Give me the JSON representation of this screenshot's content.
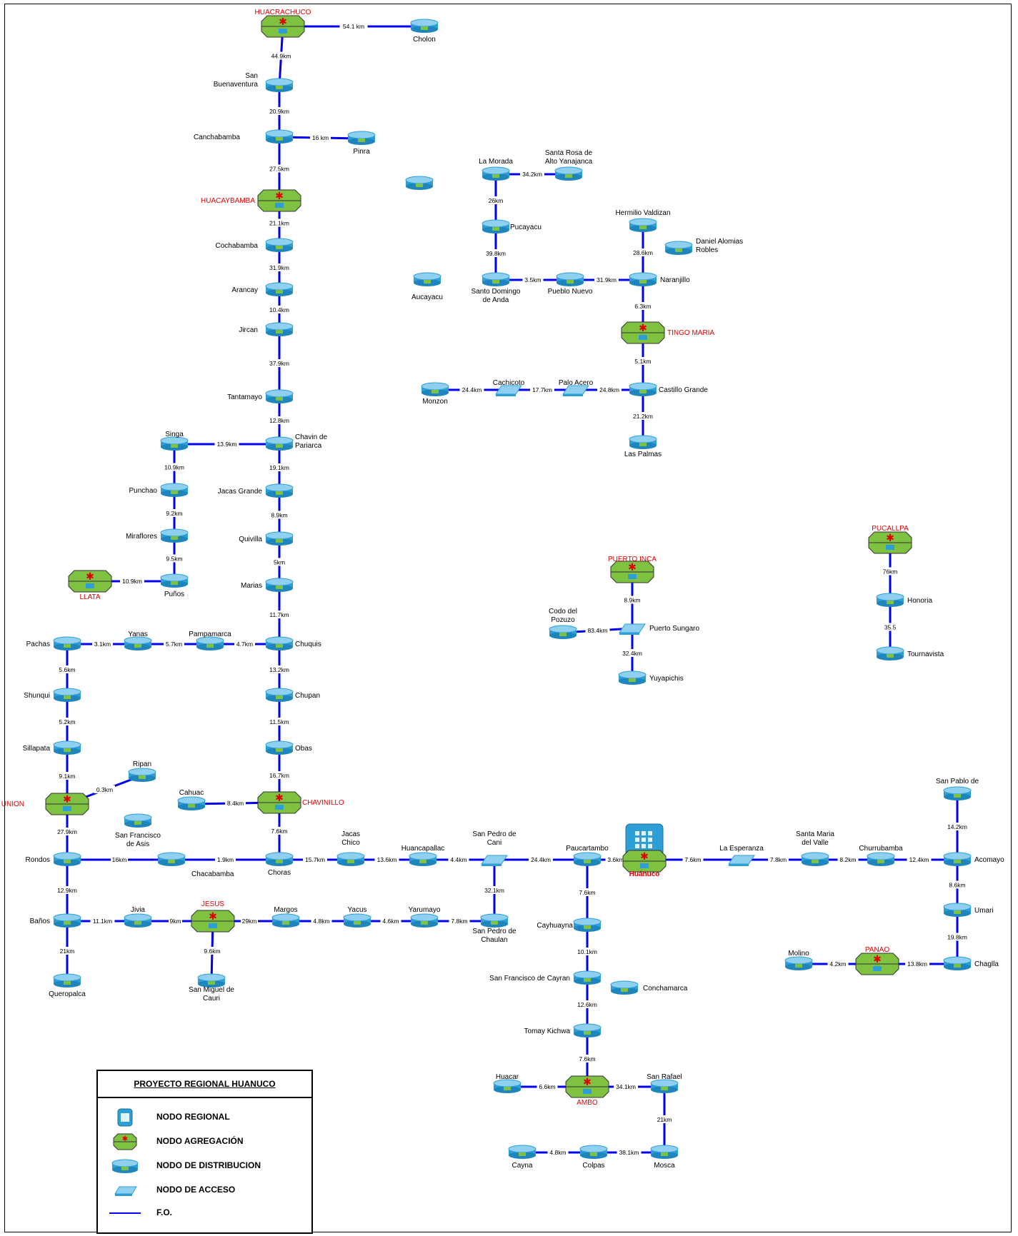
{
  "colors": {
    "link": "#0000ee",
    "region_label": "#e00000",
    "distribution": "#2e9fd6",
    "aggregation": "#7fc241"
  },
  "legend": {
    "title": "PROYECTO REGIONAL HUANUCO",
    "items": [
      {
        "icon": "regional-node-icon",
        "label": "NODO REGIONAL"
      },
      {
        "icon": "aggregation-node-icon",
        "label": "NODO AGREGACIÓN"
      },
      {
        "icon": "distribution-node-icon",
        "label": "NODO DE DISTRIBUCION"
      },
      {
        "icon": "access-node-icon",
        "label": "NODO DE ACCESO"
      },
      {
        "icon": "fiber-line-icon",
        "label": "F.O."
      }
    ]
  },
  "nodes": [
    {
      "id": "huacrachuco",
      "label": "HUACRACHUCO",
      "type": "agg",
      "red": true
    },
    {
      "id": "cholon",
      "label": "Cholon",
      "type": "dist"
    },
    {
      "id": "sanbuena",
      "label": "San Buenaventura",
      "type": "dist"
    },
    {
      "id": "canchabamba",
      "label": "Canchabamba",
      "type": "dist"
    },
    {
      "id": "pinra",
      "label": "Pinra",
      "type": "dist"
    },
    {
      "id": "huacaybamba",
      "label": "HUACAYBAMBA",
      "type": "agg",
      "red": true
    },
    {
      "id": "cochabamba",
      "label": "Cochabamba",
      "type": "dist"
    },
    {
      "id": "arancay",
      "label": "Arancay",
      "type": "dist"
    },
    {
      "id": "jircan",
      "label": "Jircan",
      "type": "dist"
    },
    {
      "id": "tantamayo",
      "label": "Tantamayo",
      "type": "dist"
    },
    {
      "id": "chavin",
      "label": "Chavin de Pariarca",
      "type": "dist"
    },
    {
      "id": "singa",
      "label": "Singa",
      "type": "dist"
    },
    {
      "id": "punchao",
      "label": "Punchao",
      "type": "dist"
    },
    {
      "id": "miraflores",
      "label": "Miraflores",
      "type": "dist"
    },
    {
      "id": "punos",
      "label": "Puños",
      "type": "dist"
    },
    {
      "id": "llata",
      "label": "LLATA",
      "type": "agg",
      "red": true
    },
    {
      "id": "jacasgrande",
      "label": "Jacas Grande",
      "type": "dist"
    },
    {
      "id": "quivilla",
      "label": "Quivilla",
      "type": "dist"
    },
    {
      "id": "marias",
      "label": "Marias",
      "type": "dist"
    },
    {
      "id": "chuquis",
      "label": "Chuquis",
      "type": "dist"
    },
    {
      "id": "pampamarca",
      "label": "Pampamarca",
      "type": "dist"
    },
    {
      "id": "yanas",
      "label": "Yanas",
      "type": "dist"
    },
    {
      "id": "pachas",
      "label": "Pachas",
      "type": "dist"
    },
    {
      "id": "shunqui",
      "label": "Shunqui",
      "type": "dist"
    },
    {
      "id": "sillapata",
      "label": "Sillapata",
      "type": "dist"
    },
    {
      "id": "launion",
      "label": "LA UNION",
      "type": "agg",
      "red": true
    },
    {
      "id": "ripan",
      "label": "Ripan",
      "type": "dist"
    },
    {
      "id": "chupan",
      "label": "Chupan",
      "type": "dist"
    },
    {
      "id": "obas",
      "label": "Obas",
      "type": "dist"
    },
    {
      "id": "chavinillo",
      "label": "CHAVINILLO",
      "type": "agg",
      "red": true
    },
    {
      "id": "cahuac",
      "label": "Cahuac",
      "type": "dist"
    },
    {
      "id": "sanfrancisco",
      "label": "San Francisco de Asis",
      "type": "dist"
    },
    {
      "id": "rondos",
      "label": "Rondos",
      "type": "dist"
    },
    {
      "id": "chacabamba",
      "label": "Chacabamba",
      "type": "dist"
    },
    {
      "id": "choras",
      "label": "Choras",
      "type": "dist"
    },
    {
      "id": "jacaschico",
      "label": "Jacas Chico",
      "type": "dist"
    },
    {
      "id": "huancapallac",
      "label": "Huancapallac",
      "type": "dist"
    },
    {
      "id": "sanpedrocani",
      "label": "San Pedro de Cani",
      "type": "access"
    },
    {
      "id": "paucartambo",
      "label": "Paucartambo",
      "type": "dist"
    },
    {
      "id": "huanuco",
      "label": "Huánuco",
      "type": "regional",
      "red": true
    },
    {
      "id": "laesperanza",
      "label": "La Esperanza",
      "type": "access"
    },
    {
      "id": "santamaria",
      "label": "Santa Maria del Valle",
      "type": "dist"
    },
    {
      "id": "churrubamba",
      "label": "Churrubamba",
      "type": "dist"
    },
    {
      "id": "acomayo",
      "label": "Acomayo",
      "type": "dist"
    },
    {
      "id": "sanpablo",
      "label": "San Pablo de",
      "type": "dist"
    },
    {
      "id": "umari",
      "label": "Umari",
      "type": "dist"
    },
    {
      "id": "chaglla",
      "label": "Chaglla",
      "type": "dist"
    },
    {
      "id": "panao",
      "label": "PANAO",
      "type": "agg",
      "red": true
    },
    {
      "id": "molino",
      "label": "Molino",
      "type": "dist"
    },
    {
      "id": "banos",
      "label": "Baños",
      "type": "dist"
    },
    {
      "id": "jivia",
      "label": "Jivia",
      "type": "dist"
    },
    {
      "id": "jesus",
      "label": "JESUS",
      "type": "agg",
      "red": true
    },
    {
      "id": "margos",
      "label": "Margos",
      "type": "dist"
    },
    {
      "id": "yacus",
      "label": "Yacus",
      "type": "dist"
    },
    {
      "id": "yarumayo",
      "label": "Yarumayo",
      "type": "dist"
    },
    {
      "id": "sanpedrochaulan",
      "label": "San Pedro de Chaulan",
      "type": "dist"
    },
    {
      "id": "queropalca",
      "label": "Queropalca",
      "type": "dist"
    },
    {
      "id": "sanmiguel",
      "label": "San Miguel de Cauri",
      "type": "dist"
    },
    {
      "id": "cayhuayna",
      "label": "Cayhuayna",
      "type": "dist"
    },
    {
      "id": "sanfcayran",
      "label": "San Francisco de Cayran",
      "type": "dist"
    },
    {
      "id": "conchamarca",
      "label": "Conchamarca",
      "type": "dist"
    },
    {
      "id": "tomaykichwa",
      "label": "Tomay Kichwa",
      "type": "dist"
    },
    {
      "id": "ambo",
      "label": "AMBO",
      "type": "agg",
      "red": true
    },
    {
      "id": "huacar",
      "label": "Huacar",
      "type": "dist"
    },
    {
      "id": "sanrafael",
      "label": "San Rafael",
      "type": "dist"
    },
    {
      "id": "mosca",
      "label": "Mosca",
      "type": "dist"
    },
    {
      "id": "colpas",
      "label": "Colpas",
      "type": "dist"
    },
    {
      "id": "cayna",
      "label": "Cayna",
      "type": "dist"
    },
    {
      "id": "lamorada",
      "label": "La Morada",
      "type": "dist"
    },
    {
      "id": "santarosa",
      "label": "Santa Rosa de Alto Yanajanca",
      "type": "dist"
    },
    {
      "id": "isolated1",
      "label": "",
      "type": "dist"
    },
    {
      "id": "pucayacu",
      "label": "Pucayacu",
      "type": "dist"
    },
    {
      "id": "santodomingo",
      "label": "Santo Domingo de Anda",
      "type": "dist"
    },
    {
      "id": "aucayacu",
      "label": "Aucayacu",
      "type": "dist"
    },
    {
      "id": "pueblonuevo",
      "label": "Pueblo Nuevo",
      "type": "dist"
    },
    {
      "id": "naranjillo",
      "label": "Naranjillo",
      "type": "dist"
    },
    {
      "id": "hermilio",
      "label": "Hermilio Valdizan",
      "type": "dist"
    },
    {
      "id": "danielalomias",
      "label": "Daniel Alomias Robles",
      "type": "dist"
    },
    {
      "id": "tingomaria",
      "label": "TINGO MARIA",
      "type": "agg",
      "red": true
    },
    {
      "id": "castillogrande",
      "label": "Castillo Grande",
      "type": "dist"
    },
    {
      "id": "lasplamas",
      "label": "Las Palmas",
      "type": "dist"
    },
    {
      "id": "paloacero",
      "label": "Palo Acero",
      "type": "access"
    },
    {
      "id": "cachicoto",
      "label": "Cachicoto",
      "type": "access"
    },
    {
      "id": "monzon",
      "label": "Monzon",
      "type": "dist"
    },
    {
      "id": "puertoinca",
      "label": "PUERTO INCA",
      "type": "agg",
      "red": true
    },
    {
      "id": "puertosungaro",
      "label": "Puerto Sungaro",
      "type": "access"
    },
    {
      "id": "codopozuzo",
      "label": "Codo del Pozuzo",
      "type": "dist"
    },
    {
      "id": "yuyapichis",
      "label": "Yuyapichis",
      "type": "dist"
    },
    {
      "id": "pucallpa",
      "label": "PUCALLPA",
      "type": "agg",
      "red": true
    },
    {
      "id": "honoria",
      "label": "Honoria",
      "type": "dist"
    },
    {
      "id": "tournavista",
      "label": "Tournavista",
      "type": "dist"
    }
  ],
  "links": [
    {
      "from": "huacrachuco",
      "to": "cholon",
      "label": "54.1 km"
    },
    {
      "from": "huacrachuco",
      "to": "sanbuena",
      "label": "44.9km"
    },
    {
      "from": "sanbuena",
      "to": "canchabamba",
      "label": "20.9km"
    },
    {
      "from": "canchabamba",
      "to": "pinra",
      "label": "16 km"
    },
    {
      "from": "canchabamba",
      "to": "huacaybamba",
      "label": "27.5km"
    },
    {
      "from": "huacaybamba",
      "to": "cochabamba",
      "label": "21.1km"
    },
    {
      "from": "cochabamba",
      "to": "arancay",
      "label": "31.9km"
    },
    {
      "from": "arancay",
      "to": "jircan",
      "label": "10.4km"
    },
    {
      "from": "jircan",
      "to": "tantamayo",
      "label": "37.9km"
    },
    {
      "from": "tantamayo",
      "to": "chavin",
      "label": "12.8km"
    },
    {
      "from": "chavin",
      "to": "singa",
      "label": "13.9km"
    },
    {
      "from": "singa",
      "to": "punchao",
      "label": "10.9km"
    },
    {
      "from": "punchao",
      "to": "miraflores",
      "label": "9.2km"
    },
    {
      "from": "miraflores",
      "to": "punos",
      "label": "9.5km"
    },
    {
      "from": "punos",
      "to": "llata",
      "label": "10.9km"
    },
    {
      "from": "chavin",
      "to": "jacasgrande",
      "label": "19.1km"
    },
    {
      "from": "jacasgrande",
      "to": "quivilla",
      "label": "8.9km"
    },
    {
      "from": "quivilla",
      "to": "marias",
      "label": "5km"
    },
    {
      "from": "marias",
      "to": "chuquis",
      "label": "11.7km"
    },
    {
      "from": "chuquis",
      "to": "pampamarca",
      "label": "4.7km"
    },
    {
      "from": "pampamarca",
      "to": "yanas",
      "label": "5.7km"
    },
    {
      "from": "yanas",
      "to": "pachas",
      "label": "3.1km"
    },
    {
      "from": "pachas",
      "to": "shunqui",
      "label": "5.6km"
    },
    {
      "from": "shunqui",
      "to": "sillapata",
      "label": "5.2km"
    },
    {
      "from": "sillapata",
      "to": "launion",
      "label": "9.1km"
    },
    {
      "from": "launion",
      "to": "ripan",
      "label": "0.3km"
    },
    {
      "from": "chuquis",
      "to": "chupan",
      "label": "13.2km"
    },
    {
      "from": "chupan",
      "to": "obas",
      "label": "11.5km"
    },
    {
      "from": "obas",
      "to": "chavinillo",
      "label": "16.7km"
    },
    {
      "from": "chavinillo",
      "to": "cahuac",
      "label": "8.4km"
    },
    {
      "from": "launion",
      "to": "rondos",
      "label": "27.9km"
    },
    {
      "from": "chavinillo",
      "to": "choras",
      "label": "7.6km"
    },
    {
      "from": "rondos",
      "to": "chacabamba",
      "label": "16km"
    },
    {
      "from": "chacabamba",
      "to": "choras",
      "label": "1.9km"
    },
    {
      "from": "choras",
      "to": "jacaschico",
      "label": "15.7km"
    },
    {
      "from": "jacaschico",
      "to": "huancapallac",
      "label": "13.6km"
    },
    {
      "from": "huancapallac",
      "to": "sanpedrocani",
      "label": "4.4km"
    },
    {
      "from": "sanpedrocani",
      "to": "paucartambo",
      "label": "24.4km"
    },
    {
      "from": "paucartambo",
      "to": "huanuco",
      "label": "3.6km"
    },
    {
      "from": "huanuco",
      "to": "laesperanza",
      "label": "7.6km"
    },
    {
      "from": "laesperanza",
      "to": "santamaria",
      "label": "7.8km"
    },
    {
      "from": "santamaria",
      "to": "churrubamba",
      "label": "8.2km"
    },
    {
      "from": "churrubamba",
      "to": "acomayo",
      "label": "12.4km"
    },
    {
      "from": "sanpablo",
      "to": "acomayo",
      "label": "14.2km"
    },
    {
      "from": "acomayo",
      "to": "umari",
      "label": "8.6km"
    },
    {
      "from": "umari",
      "to": "chaglla",
      "label": "19.8km"
    },
    {
      "from": "chaglla",
      "to": "panao",
      "label": "13.8km"
    },
    {
      "from": "panao",
      "to": "molino",
      "label": "4.2km"
    },
    {
      "from": "sanpedrocani",
      "to": "sanpedrochaulan",
      "label": "32.1km"
    },
    {
      "from": "rondos",
      "to": "banos",
      "label": "12.9km"
    },
    {
      "from": "banos",
      "to": "jivia",
      "label": "11.1km"
    },
    {
      "from": "jivia",
      "to": "jesus",
      "label": "9km"
    },
    {
      "from": "jesus",
      "to": "margos",
      "label": "29km"
    },
    {
      "from": "margos",
      "to": "yacus",
      "label": "4.8km"
    },
    {
      "from": "yacus",
      "to": "yarumayo",
      "label": "4.6km"
    },
    {
      "from": "yarumayo",
      "to": "sanpedrochaulan",
      "label": "7.8km"
    },
    {
      "from": "banos",
      "to": "queropalca",
      "label": "21km"
    },
    {
      "from": "jesus",
      "to": "sanmiguel",
      "label": "9.6km"
    },
    {
      "from": "paucartambo",
      "to": "cayhuayna",
      "label": "7.6km"
    },
    {
      "from": "cayhuayna",
      "to": "sanfcayran",
      "label": "10.1km"
    },
    {
      "from": "sanfcayran",
      "to": "tomaykichwa",
      "label": "12.6km"
    },
    {
      "from": "tomaykichwa",
      "to": "ambo",
      "label": "7.6km"
    },
    {
      "from": "ambo",
      "to": "huacar",
      "label": "6.6km"
    },
    {
      "from": "ambo",
      "to": "sanrafael",
      "label": "34.1km"
    },
    {
      "from": "sanrafael",
      "to": "mosca",
      "label": "21km"
    },
    {
      "from": "mosca",
      "to": "colpas",
      "label": "38.1km"
    },
    {
      "from": "colpas",
      "to": "cayna",
      "label": "4.8km"
    },
    {
      "from": "lamorada",
      "to": "santarosa",
      "label": "34.2km"
    },
    {
      "from": "lamorada",
      "to": "pucayacu",
      "label": "26km"
    },
    {
      "from": "pucayacu",
      "to": "santodomingo",
      "label": "39.8km"
    },
    {
      "from": "santodomingo",
      "to": "pueblonuevo",
      "label": "3.5km"
    },
    {
      "from": "pueblonuevo",
      "to": "naranjillo",
      "label": "31.9km"
    },
    {
      "from": "hermilio",
      "to": "naranjillo",
      "label": "28.6km"
    },
    {
      "from": "naranjillo",
      "to": "tingomaria",
      "label": "6.3km"
    },
    {
      "from": "tingomaria",
      "to": "castillogrande",
      "label": "5.1km"
    },
    {
      "from": "castillogrande",
      "to": "lasplamas",
      "label": "21.2km"
    },
    {
      "from": "castillogrande",
      "to": "paloacero",
      "label": "24.8km"
    },
    {
      "from": "paloacero",
      "to": "cachicoto",
      "label": "17.7km"
    },
    {
      "from": "cachicoto",
      "to": "monzon",
      "label": "24.4km"
    },
    {
      "from": "puertoinca",
      "to": "puertosungaro",
      "label": "8.9km"
    },
    {
      "from": "puertosungaro",
      "to": "codopozuzo",
      "label": "83.4km"
    },
    {
      "from": "puertosungaro",
      "to": "yuyapichis",
      "label": "32.4km"
    },
    {
      "from": "pucallpa",
      "to": "honoria",
      "label": "76km"
    },
    {
      "from": "honoria",
      "to": "tournavista",
      "label": "35.5"
    }
  ]
}
